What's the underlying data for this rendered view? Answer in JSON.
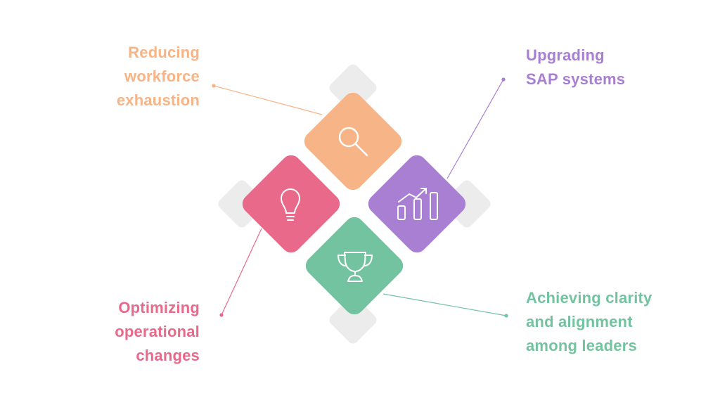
{
  "colors": {
    "orange": "#F7B486",
    "purple": "#A87FD3",
    "pink": "#E8698A",
    "green": "#74C3A0",
    "shadow": "#ECECEC"
  },
  "items": [
    {
      "key": "top",
      "lines": [
        "Reducing",
        "workforce",
        "exhaustion"
      ],
      "color": "#F7B486",
      "icon": "magnifier-icon"
    },
    {
      "key": "right",
      "lines": [
        "Upgrading",
        "SAP systems"
      ],
      "color": "#A87FD3",
      "icon": "growth-chart-icon"
    },
    {
      "key": "left",
      "lines": [
        "Optimizing",
        "operational",
        "changes"
      ],
      "color": "#E8698A",
      "icon": "lightbulb-icon"
    },
    {
      "key": "bottom",
      "lines": [
        "Achieving clarity",
        "and alignment",
        "among leaders"
      ],
      "color": "#74C3A0",
      "icon": "trophy-icon"
    }
  ]
}
